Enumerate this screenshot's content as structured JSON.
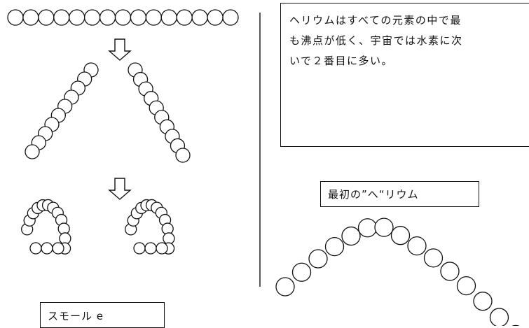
{
  "description": "ヘリウムはすべての元素の中で最\nも沸点が低く、宇宙では水素に次\nいで２番目に多い。",
  "labels": {
    "first_helium": "最初の”へ“リウム",
    "small_e": "スモール e"
  },
  "colors": {
    "stroke": "#111111",
    "background": "#ffffff"
  }
}
